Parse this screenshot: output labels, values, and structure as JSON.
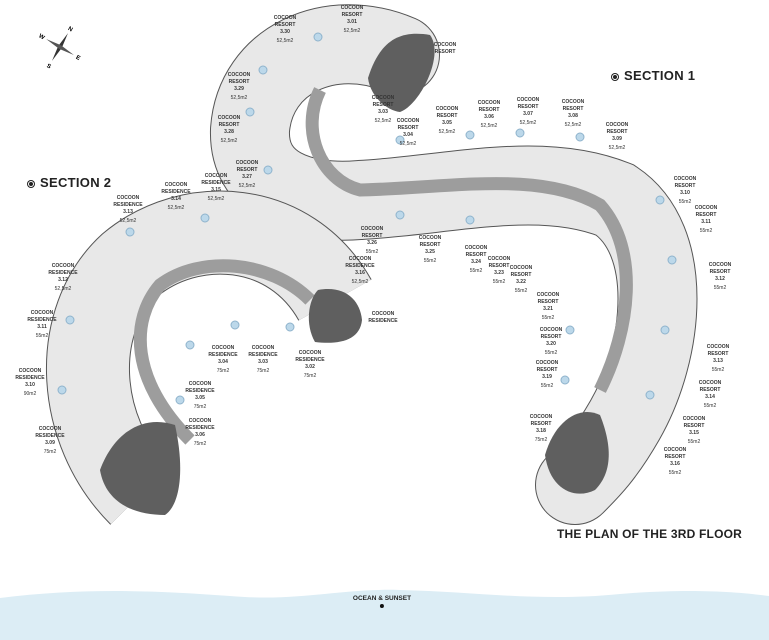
{
  "title": "THE PLAN OF THE 3RD FLOOR",
  "sections": [
    "SECTION 1",
    "SECTION 2"
  ],
  "ocean_label": "OCEAN & SUNSET",
  "compass": {
    "n": "N",
    "e": "E",
    "s": "S",
    "w": "W"
  },
  "colors": {
    "wing": "#e8e8e8",
    "corridor": "#9d9d9d",
    "lobe": "#5f5f5f",
    "ocean": "#dcedf5",
    "pool": "#bcd8ea"
  },
  "units": [
    {
      "type": "COCOON\nRESORT",
      "number": "3.30",
      "area": "52,5m2"
    },
    {
      "type": "COCOON\nRESORT",
      "number": "3.01",
      "area": "52,5m2"
    },
    {
      "type": "COCOON\nRESORT",
      "number": "",
      "area": ""
    },
    {
      "type": "COCOON\nRESORT",
      "number": "3.29",
      "area": "52,5m2"
    },
    {
      "type": "COCOON\nRESORT",
      "number": "3.28",
      "area": "52,5m2"
    },
    {
      "type": "COCOON\nRESORT",
      "number": "3.27",
      "area": "52,5m2"
    },
    {
      "type": "COCOON\nRESORT",
      "number": "3.03",
      "area": "52,5m2"
    },
    {
      "type": "COCOON\nRESORT",
      "number": "3.04",
      "area": "52,5m2"
    },
    {
      "type": "COCOON\nRESORT",
      "number": "3.05",
      "area": "52,5m2"
    },
    {
      "type": "COCOON\nRESORT",
      "number": "3.06",
      "area": "52,5m2"
    },
    {
      "type": "COCOON\nRESORT",
      "number": "3.07",
      "area": "52,5m2"
    },
    {
      "type": "COCOON\nRESORT",
      "number": "3.08",
      "area": "52,5m2"
    },
    {
      "type": "COCOON\nRESORT",
      "number": "3.09",
      "area": "52,5m2"
    },
    {
      "type": "COCOON\nRESORT",
      "number": "3.10",
      "area": "55m2"
    },
    {
      "type": "COCOON\nRESORT",
      "number": "3.11",
      "area": "55m2"
    },
    {
      "type": "COCOON\nRESORT",
      "number": "3.12",
      "area": "55m2"
    },
    {
      "type": "COCOON\nRESIDENCE",
      "number": "3.15",
      "area": "52,5m2"
    },
    {
      "type": "COCOON\nRESIDENCE",
      "number": "3.14",
      "area": "52,5m2"
    },
    {
      "type": "COCOON\nRESIDENCE",
      "number": "3.13",
      "area": "52,5m2"
    },
    {
      "type": "COCOON\nRESIDENCE",
      "number": "3.12",
      "area": "52,5m2"
    },
    {
      "type": "COCOON\nRESIDENCE",
      "number": "3.11",
      "area": "55m2"
    },
    {
      "type": "COCOON\nRESIDENCE",
      "number": "3.10",
      "area": "90m2"
    },
    {
      "type": "COCOON\nRESIDENCE",
      "number": "3.09",
      "area": "75m2"
    },
    {
      "type": "COCOON\nRESIDENCE",
      "number": "3.04",
      "area": "75m2"
    },
    {
      "type": "COCOON\nRESIDENCE",
      "number": "3.03",
      "area": "75m2"
    },
    {
      "type": "COCOON\nRESIDENCE",
      "number": "3.02",
      "area": "75m2"
    },
    {
      "type": "COCOON\nRESIDENCE",
      "number": "3.05",
      "area": "75m2"
    },
    {
      "type": "COCOON\nRESIDENCE",
      "number": "3.06",
      "area": "75m2"
    },
    {
      "type": "COCOON\nRESORT",
      "number": "3.26",
      "area": "55m2"
    },
    {
      "type": "COCOON\nRESORT",
      "number": "3.25",
      "area": "55m2"
    },
    {
      "type": "COCOON\nRESORT",
      "number": "3.24",
      "area": "55m2"
    },
    {
      "type": "COCOON\nRESORT",
      "number": "3.23",
      "area": "55m2"
    },
    {
      "type": "COCOON\nRESORT",
      "number": "3.22",
      "area": "55m2"
    },
    {
      "type": "COCOON\nRESIDENCE",
      "number": "3.16",
      "area": "52,5m2"
    },
    {
      "type": "COCOON\nRESIDENCE",
      "number": "",
      "area": ""
    },
    {
      "type": "COCOON\nRESORT",
      "number": "3.21",
      "area": "55m2"
    },
    {
      "type": "COCOON\nRESORT",
      "number": "3.20",
      "area": "55m2"
    },
    {
      "type": "COCOON\nRESORT",
      "number": "3.19",
      "area": "55m2"
    },
    {
      "type": "COCOON\nRESORT",
      "number": "3.18",
      "area": "75m2"
    },
    {
      "type": "COCOON\nRESORT",
      "number": "3.13",
      "area": "55m2"
    },
    {
      "type": "COCOON\nRESORT",
      "number": "3.14",
      "area": "55m2"
    },
    {
      "type": "COCOON\nRESORT",
      "number": "3.15",
      "area": "55m2"
    },
    {
      "type": "COCOON\nRESORT",
      "number": "3.16",
      "area": "55m2"
    }
  ]
}
